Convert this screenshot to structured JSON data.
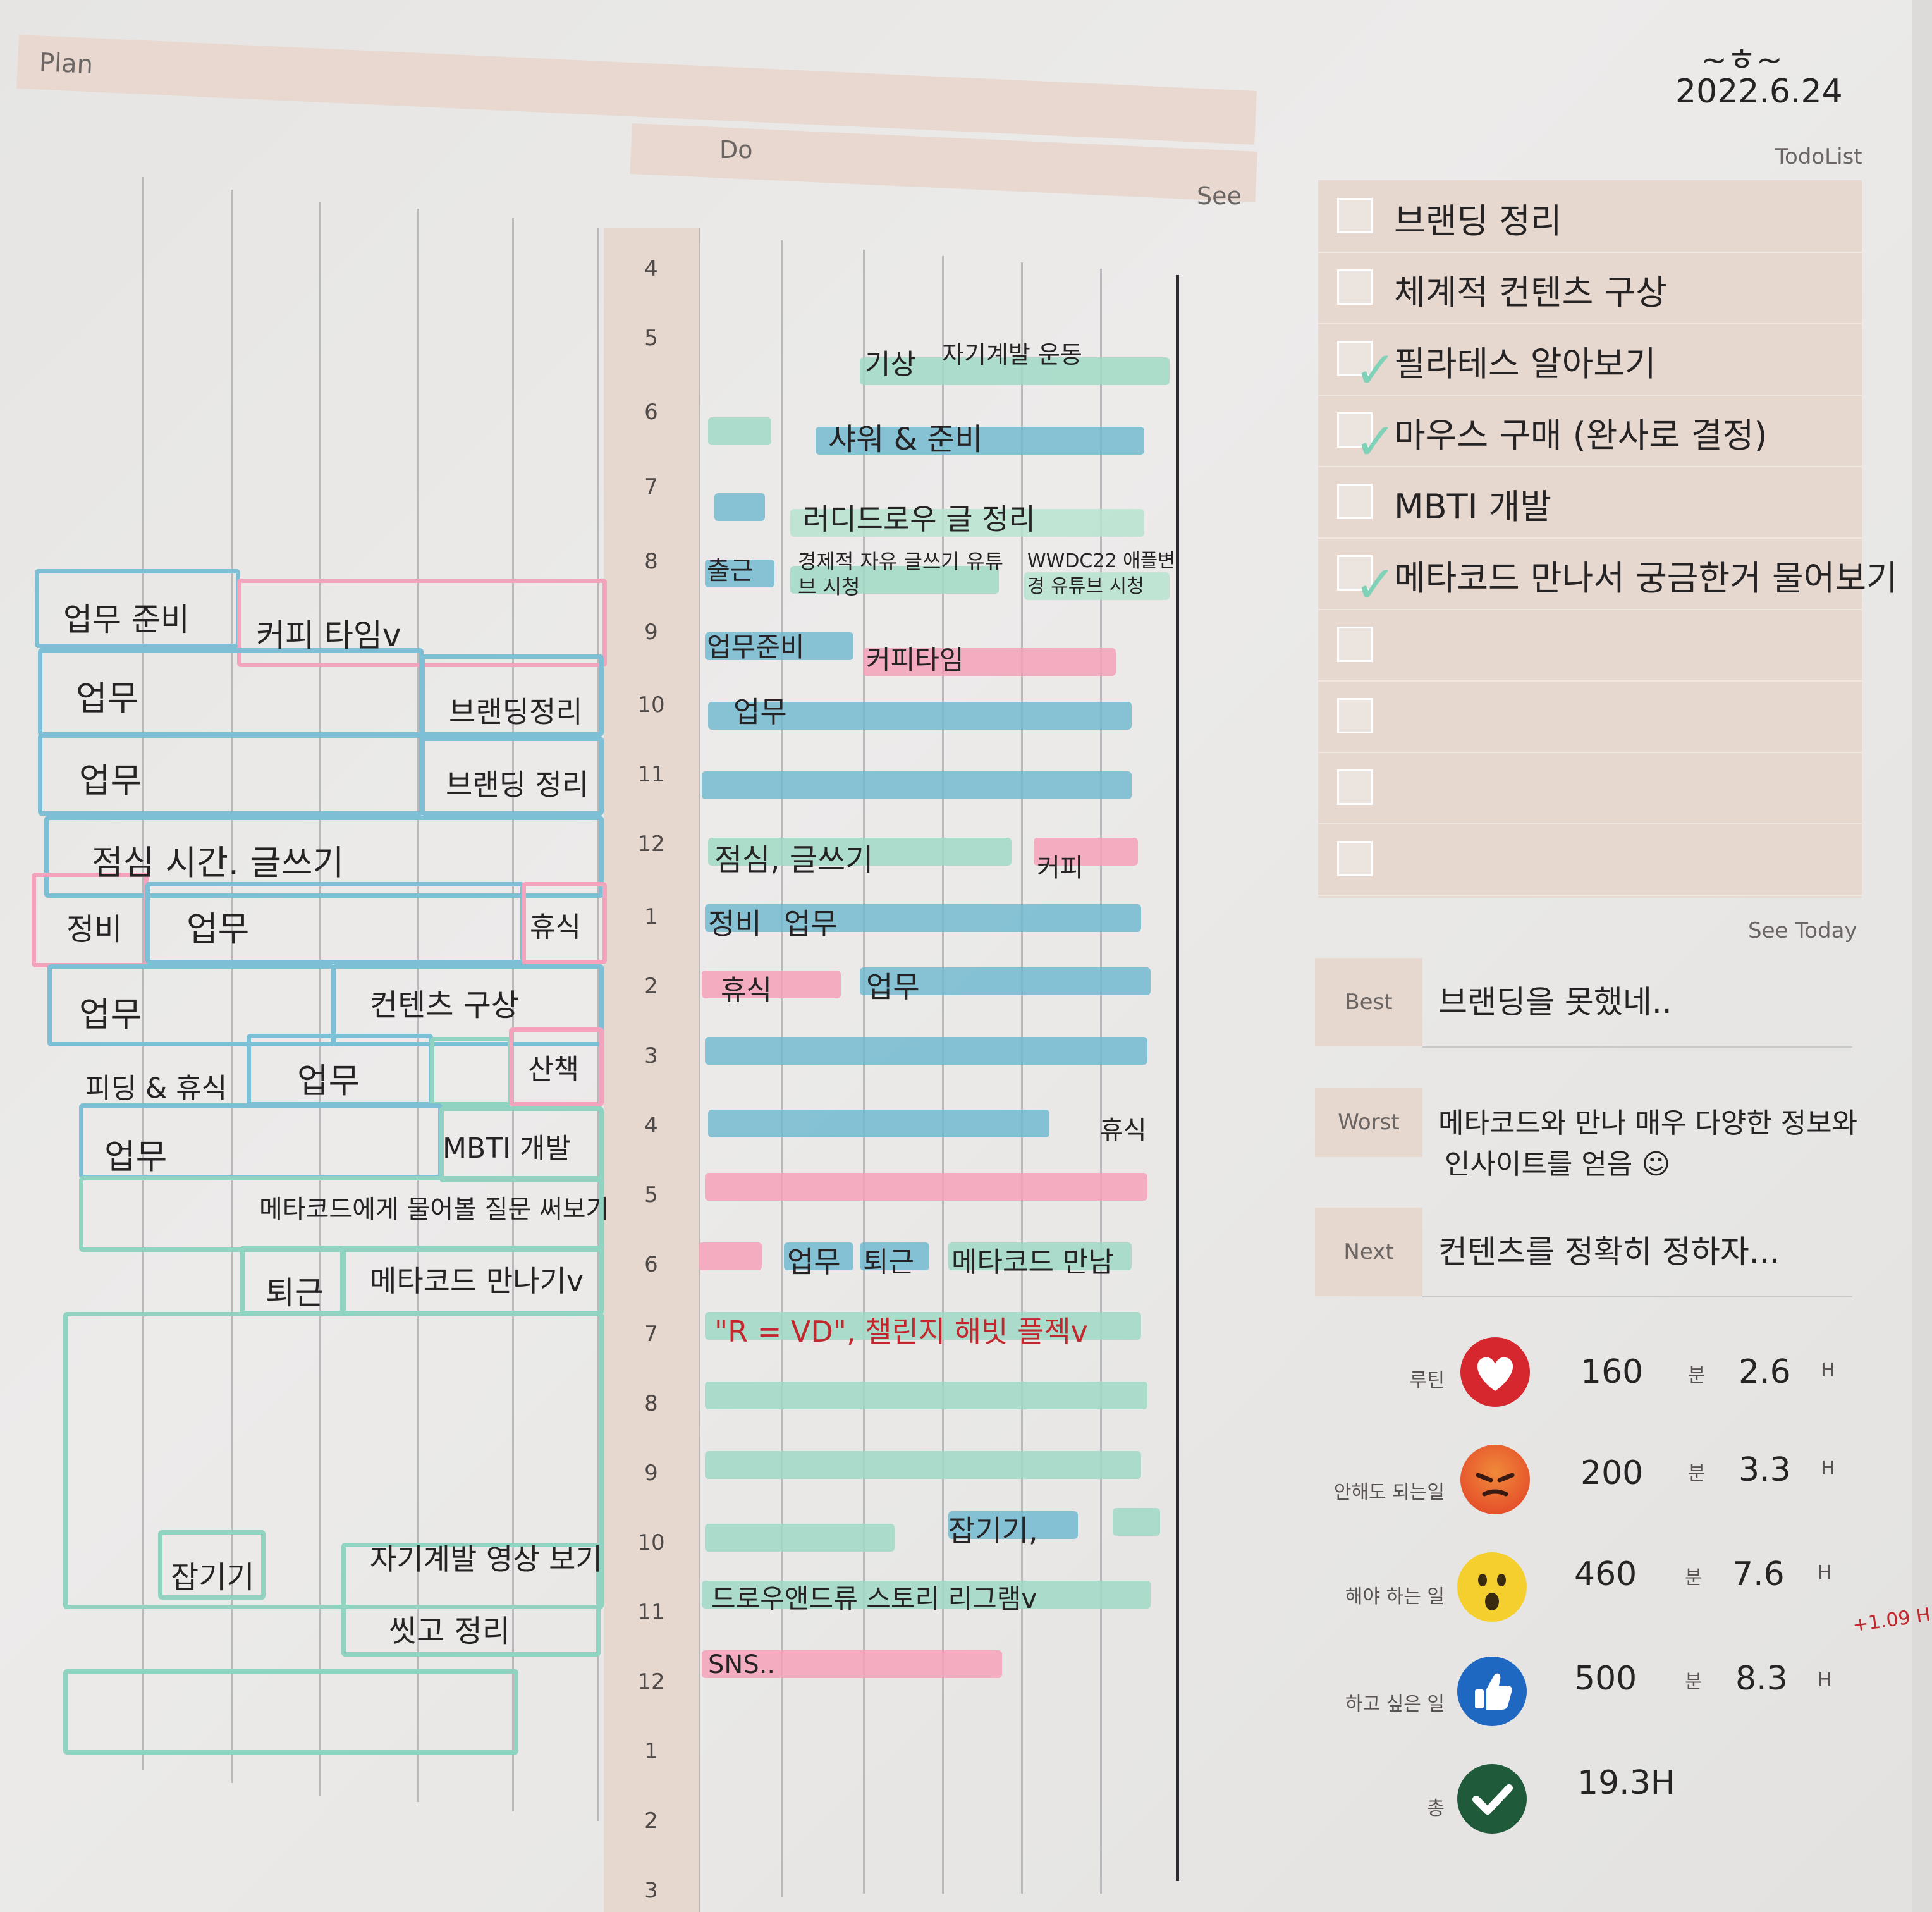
{
  "header": {
    "plan": "Plan",
    "do": "Do",
    "see": "See",
    "todolist": "TodoList",
    "see_today": "See Today",
    "signature": "~ㅎ~",
    "date": "2022.6.24"
  },
  "hours": [
    "4",
    "5",
    "6",
    "7",
    "8",
    "9",
    "10",
    "11",
    "12",
    "1",
    "2",
    "3",
    "4",
    "5",
    "6",
    "7",
    "8",
    "9",
    "10",
    "11",
    "12",
    "1",
    "2",
    "3"
  ],
  "plan_entries": [
    "업무 준비",
    "커피 타임v",
    "업무",
    "브랜딩정리",
    "업무",
    "브랜딩 정리",
    "점심 시간. 글쓰기",
    "정비",
    "업무",
    "휴식",
    "업무",
    "컨텐츠 구상",
    "피딩 & 휴식",
    "업무",
    "산책",
    "업무",
    "MBTI 개발",
    "메타코드에게 물어볼 질문 써보기",
    "퇴근",
    "메타코드 만나기v",
    "잡기기",
    "자기계발 영상 보기",
    "씻고 정리"
  ],
  "do_entries": [
    "기상",
    "자기계발 운동",
    "샤워 & 준비",
    "러디드로우 글 정리",
    "출근",
    "경제적 자유 글쓰기 유튜브 시청",
    "WWDC22 애플변경 유튜브 시청",
    "업무준비",
    "커피타임",
    "업무",
    "점심, 글쓰기",
    "커피",
    "정비",
    "업무",
    "휴식",
    "업무",
    "휴식",
    "업무",
    "퇴근",
    "메타코드 만남",
    "\"R = VD\", 챌린지 해빗 플젝v",
    "잡기기,",
    "드로우앤드류 스토리 리그램v",
    "SNS.."
  ],
  "todos": [
    {
      "text": "브랜딩 정리",
      "checked": false
    },
    {
      "text": "체계적 컨텐츠 구상",
      "checked": false
    },
    {
      "text": "필라테스 알아보기",
      "checked": true
    },
    {
      "text": "마우스 구매 (완사로 결정)",
      "checked": true
    },
    {
      "text": "MBTI 개발",
      "checked": false
    },
    {
      "text": "메타코드 만나서 궁금한거 물어보기",
      "checked": true
    },
    {
      "text": "",
      "checked": false
    },
    {
      "text": "",
      "checked": false
    },
    {
      "text": "",
      "checked": false
    },
    {
      "text": "",
      "checked": false
    }
  ],
  "see_today": [
    {
      "tag": "Best",
      "text": "브랜딩을 못했네.."
    },
    {
      "tag": "Worst",
      "text": "메타코드와 만나 매우 다양한 정보와",
      "text2": "인사이트를 얻음 ☺"
    },
    {
      "tag": "Next",
      "text": "컨텐츠를 정확히 정하자..."
    }
  ],
  "stats": [
    {
      "label": "루틴",
      "icon": "heart-icon",
      "color": "#d6272e",
      "minutes": "160",
      "min_unit": "분",
      "hours": "2.6",
      "hour_unit": "H"
    },
    {
      "label": "안해도 되는일",
      "icon": "angry-face-icon",
      "color": "#e8502a",
      "minutes": "200",
      "min_unit": "분",
      "hours": "3.3",
      "hour_unit": "H"
    },
    {
      "label": "해야 하는 일",
      "icon": "surprised-face-icon",
      "color": "#f4cf2d",
      "minutes": "460",
      "min_unit": "분",
      "hours": "7.6",
      "hour_unit": "H"
    },
    {
      "label": "하고 싶은 일",
      "icon": "thumbs-up-icon",
      "color": "#1f68c1",
      "minutes": "500",
      "min_unit": "분",
      "hours": "8.3",
      "hour_unit": "H"
    },
    {
      "label": "총",
      "icon": "check-icon",
      "color": "#1f5a3a",
      "total": "19.3H"
    }
  ],
  "annotation": "+1.09 H",
  "colors": {
    "header_band": "#e8d8cf",
    "highlight_blue": "#6fb8cf",
    "highlight_green": "#9ed9c4",
    "highlight_pink": "#f59fb7",
    "annotation_red": "#c2272d"
  }
}
